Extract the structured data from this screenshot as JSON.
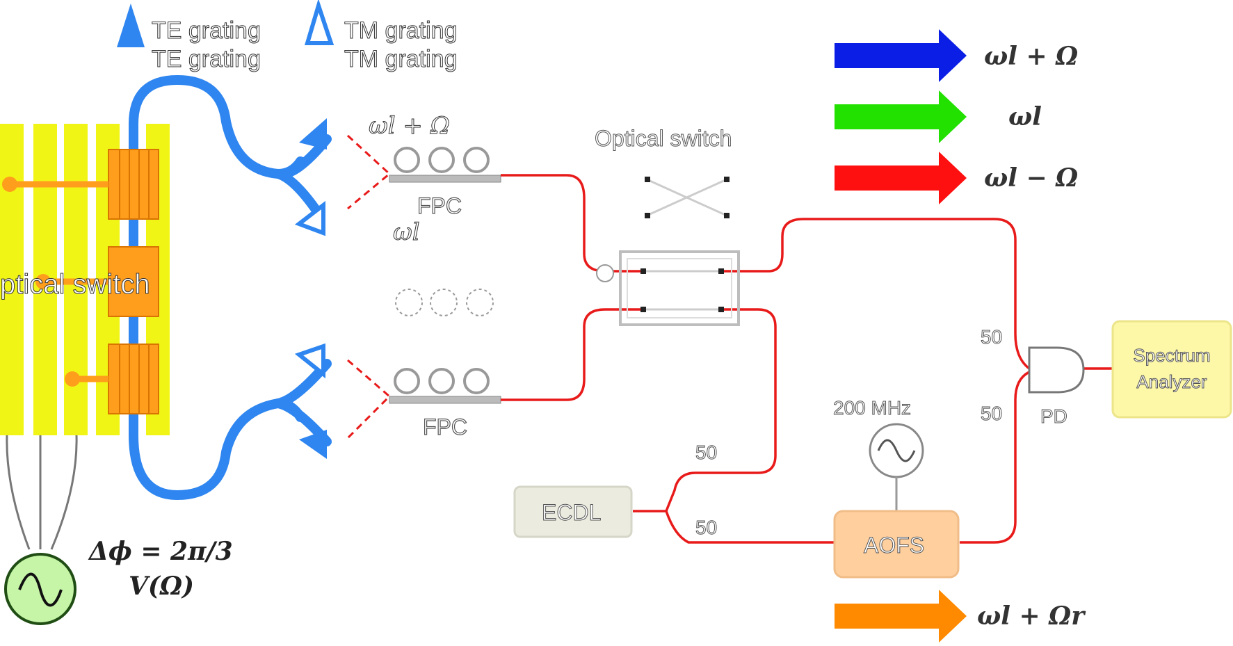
{
  "legend": {
    "te_grating": "TE grating",
    "tm_grating": "TM grating",
    "arrows": [
      {
        "label": "ωl + Ω",
        "color": "#0a1ee6"
      },
      {
        "label": "ωl",
        "color": "#22e000"
      },
      {
        "label": "ωl − Ω",
        "color": "#ff1010"
      },
      {
        "label": "ωl + Ωr",
        "color": "#ff8a00"
      }
    ]
  },
  "labels": {
    "freq_upper": "ωl + Ω",
    "freq_mid": "ωl",
    "fpc_top": "FPC",
    "fpc_bottom": "FPC",
    "optical_switch_title": "Optical switch",
    "optical_switch_overlay": "ptical switch",
    "phase": "Δϕ = 2π/3",
    "voltage": "V(Ω)",
    "ecdl": "ECDL",
    "aofs": "AOFS",
    "rf_freq": "200 MHz",
    "pd": "PD",
    "spectrum_analyzer_line1": "Spectrum",
    "spectrum_analyzer_line2": "Analyzer",
    "split_a": "50",
    "split_b": "50",
    "split_c": "50",
    "split_d": "50"
  },
  "colors": {
    "waveguide": "#2f86f0",
    "fiber": "#e81a1a",
    "electrode": "#f0f515",
    "heater": "#ff9d1c",
    "ecdl_box": "#ebebdf",
    "aofs_box": "#ffcf9e",
    "analyzer_box": "#fdf7a8",
    "rf_source": "#c6f5a8"
  }
}
